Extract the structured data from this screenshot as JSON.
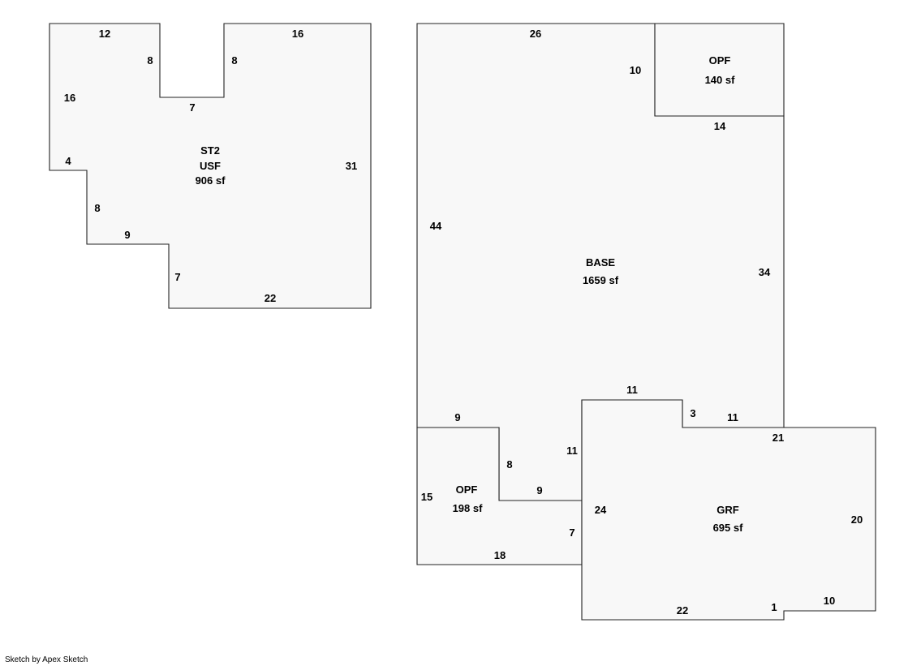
{
  "footer": "Sketch by Apex Sketch",
  "areas": {
    "st2": {
      "code": "ST2",
      "type": "USF",
      "area": "906 sf"
    },
    "base": {
      "type": "BASE",
      "area": "1659 sf"
    },
    "opf_top": {
      "type": "OPF",
      "area": "140 sf"
    },
    "opf_left": {
      "type": "OPF",
      "area": "198 sf"
    },
    "grf": {
      "type": "GRF",
      "area": "695 sf"
    }
  },
  "dims": {
    "st2": [
      "12",
      "8",
      "8",
      "16",
      "16",
      "7",
      "31",
      "4",
      "8",
      "9",
      "7",
      "22"
    ],
    "base": [
      "26",
      "44",
      "34",
      "9",
      "8",
      "11",
      "11",
      "3",
      "11"
    ],
    "opf_top": [
      "10",
      "14"
    ],
    "opf_left": [
      "9",
      "15",
      "9",
      "7",
      "18"
    ],
    "grf": [
      "24",
      "21",
      "20",
      "22",
      "1",
      "10"
    ]
  }
}
